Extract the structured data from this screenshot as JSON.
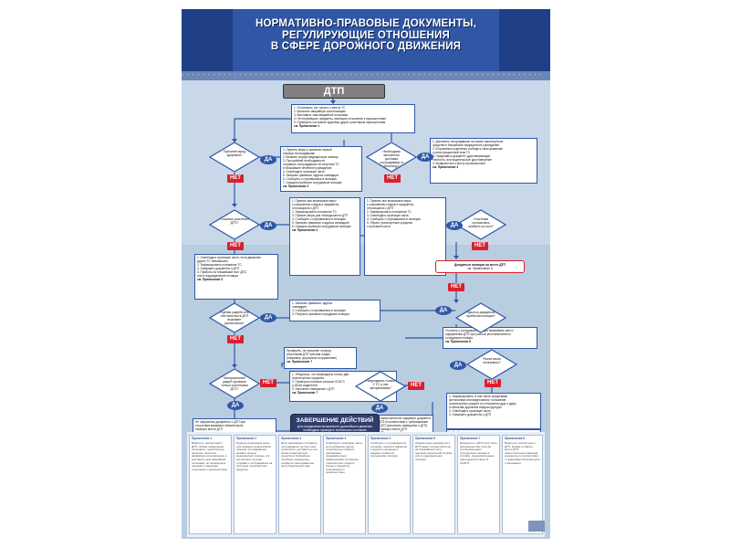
{
  "title": "НОРМАТИВНО-ПРАВОВЫЕ ДОКУМЕНТЫ,\nРЕГУЛИРУЮЩИЕ ОТНОШЕНИЯ\nВ СФЕРЕ ДОРОЖНОГО ДВИЖЕНИЯ",
  "start_label": "ДТП",
  "yes_label": "ДА",
  "no_label": "НЕТ",
  "colors": {
    "header": "#2f57a6",
    "background": "#b9cde0",
    "box_border": "#2f57a6",
    "no_badge": "#d8202f",
    "end_box": "#2f3d6e"
  },
  "boxes": {
    "b1": {
      "lines": [
        "1. Остановить (не трогать с места) ТС",
        "2. Включить аварийную сигнализацию",
        "3. Выставить знак аварийной остановки",
        "4. Не перемещать предметы, имеющие отношение к происшествию",
        "5. Проверить состояние здоровья других участников происшествия"
      ],
      "ref": "см. Примечание 1"
    },
    "b2": {
      "lines": [
        "1. Принять меры к оказанию первой",
        "помощи пострадавшим",
        "2. Вызвать скорую медицинскую помощь",
        "3. При крайней необходимости",
        "отправить пострадавших на попутном ТС",
        "в ближайшее лечебное учреждение",
        "4. Освободить проезжую часть",
        "5. Записать фамилии, адреса очевидцев",
        "6. Сообщить о случившемся в полицию",
        "7. Ожидать прибытия сотрудников полиции"
      ],
      "ref": "см. Примечание 2"
    },
    "b3": {
      "lines": [
        "1. Доставить пострадавших на своем транспортном",
        "средстве в ближайшее медицинское учреждение",
        "2. В приемном отделении сообщить свою фамилию",
        "и регистрационный знак ТС",
        "3. Предъявить документ, удостоверяющий",
        "личность, или водительское удостоверение",
        "4. Возвратиться к месту происшествия"
      ],
      "ref": "см. Примечание 3"
    },
    "b4": {
      "lines": [
        "1. Принять все возможные меры",
        "к сохранению следов и предметов,",
        "относящихся к ДТП",
        "2. Зафиксировать положение ТС",
        "3. Принять меры для объезда места ДТП",
        "4. Сообщить о случившемся в полицию",
        "5. Записать фамилии и адреса очевидцев",
        "6. Ожидать прибытия сотрудников полиции"
      ],
      "ref": "см. Примечание 4"
    },
    "b5": {
      "lines": [
        "1. Принять все возможные меры",
        "к сохранению следов и предметов,",
        "относящихся к ДТП",
        "2. Зафиксировать положение ТС",
        "3. Освободить проезжую часть",
        "4. Сообщить о случившемся в полицию",
        "5. Убрать транспортные средства",
        "с проезжей части"
      ],
      "ref": ""
    },
    "b6": {
      "lines": [
        "1. Освободить проезжую часть, если движение",
        "других ТС невозможно",
        "2. Зафиксировать положение ТС",
        "3. Оформить документы о ДТП",
        "4. Прибыть на ближайший пост ДПС",
        "или в подразделение полиции"
      ],
      "ref": "см. Примечание 5"
    },
    "b7": {
      "lines": [
        "1. Записать фамилии, адреса",
        "очевидцев",
        "2. Сообщить о случившемся в полицию",
        "3. Получить указания сотрудника полиции"
      ],
      "ref": ""
    },
    "b8": {
      "lines": [
        "Уточнить у сотрудника полиции ближайшее место",
        "оформления ДТП при участии уполномоченного",
        "сотрудника полиции"
      ],
      "ref": "см. Примечание 6"
    },
    "b9": {
      "lines": [
        "Проверить, не причинен ли вред",
        "участникам ДТП третьим лицам",
        "(например, дорожным сооружениям)"
      ],
      "ref": "см. Примечание 7"
    },
    "b10": {
      "lines": [
        "1. Убедиться, что повреждены только два",
        "транспортных средства",
        "2. Проверить наличие полисов ОСАГО",
        "у обоих водителей",
        "3. Заполнить извещение о ДТП"
      ],
      "ref": "см. Примечание 7"
    },
    "b11": {
      "lines": [
        "1. Зафиксировать, в том числе средствами",
        "фотосъемки или видеозаписи, положение",
        "транспортных средств по отношению друг к другу",
        "и объектам дорожной инфраструктуры",
        "2. Освободить проезжую часть",
        "3. Оформить документы о ДТП"
      ],
      "ref": ""
    },
    "b12": {
      "lines": [
        "1. Сообщить о случившемся в полицию",
        "2. Отразить в извещении о ДТП сведения",
        "и сообщить в страховую компанию"
      ],
      "ref": ""
    },
    "b13": {
      "lines": [
        "Не оформлять документы о ДТП при",
        "отсутствии взаимных обязательств,",
        "покинуть место ДТП",
        "договорившись"
      ],
      "ref": "см. Примечание 10"
    },
    "b14": {
      "lines": [
        "1. Самостоятельно оформить документы",
        "о ДТП в соответствии с требованиями",
        "ОСАГО (заполнить извещение о ДТП)",
        "2. Покинуть место ДТП"
      ],
      "ref": "см. Примечание 8"
    }
  },
  "questions": {
    "q1": "Причинен вред здоровью?",
    "q2": "Необходимо экстренное доставка пострадавших в больницу?",
    "q3": "Сошлись участники ДТП?",
    "q4": "Участники согласились прибыть на пост?",
    "q5": "Оценка ущерба или обстоятельств ДТП вызывает разногласия?",
    "q6": "Удалось дождаться прибытия полиции?",
    "q7": "Разногласия исчерпаны?",
    "q8": "Материальный ущерб причинен только участникам ДТП?",
    "q9": "Повреждены только 2 ТС и они застрахованы?"
  },
  "red_box": "Дождаться полиции на месте ДТП",
  "red_ref": "см. Примечание 5",
  "end": {
    "title": "ЗАВЕРШЕНИЕ ДЕЙСТВИЙ",
    "sub": "Для определения возможности дальнейшего движения необходимо проверить техническое состояние транспортного средства",
    "ref": "см. Примечание 9"
  },
  "notes": [
    {
      "head": "Примечание 1",
      "text": "Водитель, причастный к ДТП, обязан немедленно остановить транспортное средство, включить аварийную сигнализацию и выставить знак аварийной остановки, не перемещать предметы, имеющие отношение к происшествию."
    },
    {
      "head": "Примечание 2",
      "text": "Принять возможные меры для оказания доврачебной помощи пострадавшим, вызвать скорую медицинскую помощь, а в экстренных случаях отправить пострадавших на попутном транспортном средстве."
    },
    {
      "head": "Примечание 3",
      "text": "Если невозможно отправить пострадавших на попутном транспорте, доставить их на своем транспортном средстве в ближайшее лечебное учреждение, сообщить свою фамилию, регистрационный знак."
    },
    {
      "head": "Примечание 4",
      "text": "Освободить проезжую часть, если движение других транспортных средств невозможно, предварительно зафиксировав положение транспортных средств, следы и предметы, относящиеся к происшествию."
    },
    {
      "head": "Примечание 5",
      "text": "Сообщить о случившемся в полицию, записать фамилии и адреса очевидцев и ожидать прибытия сотрудников полиции."
    },
    {
      "head": "Примечание 6",
      "text": "Оформление документов о ДТП может осуществляться на ближайшем посту дорожно-патрульной службы или в подразделении полиции."
    },
    {
      "head": "Примечание 7",
      "text": "Документы о ДТП могут быть оформлены без участия уполномоченных сотрудников полиции в случаях, предусмотренных законодательством об ОСАГО."
    },
    {
      "head": "Примечание 8",
      "text": "Водители, причастные к ДТП, вправе оставить место ДТП, самостоятельно оформив документы в соответствии с правилами обязательного страхования."
    }
  ]
}
